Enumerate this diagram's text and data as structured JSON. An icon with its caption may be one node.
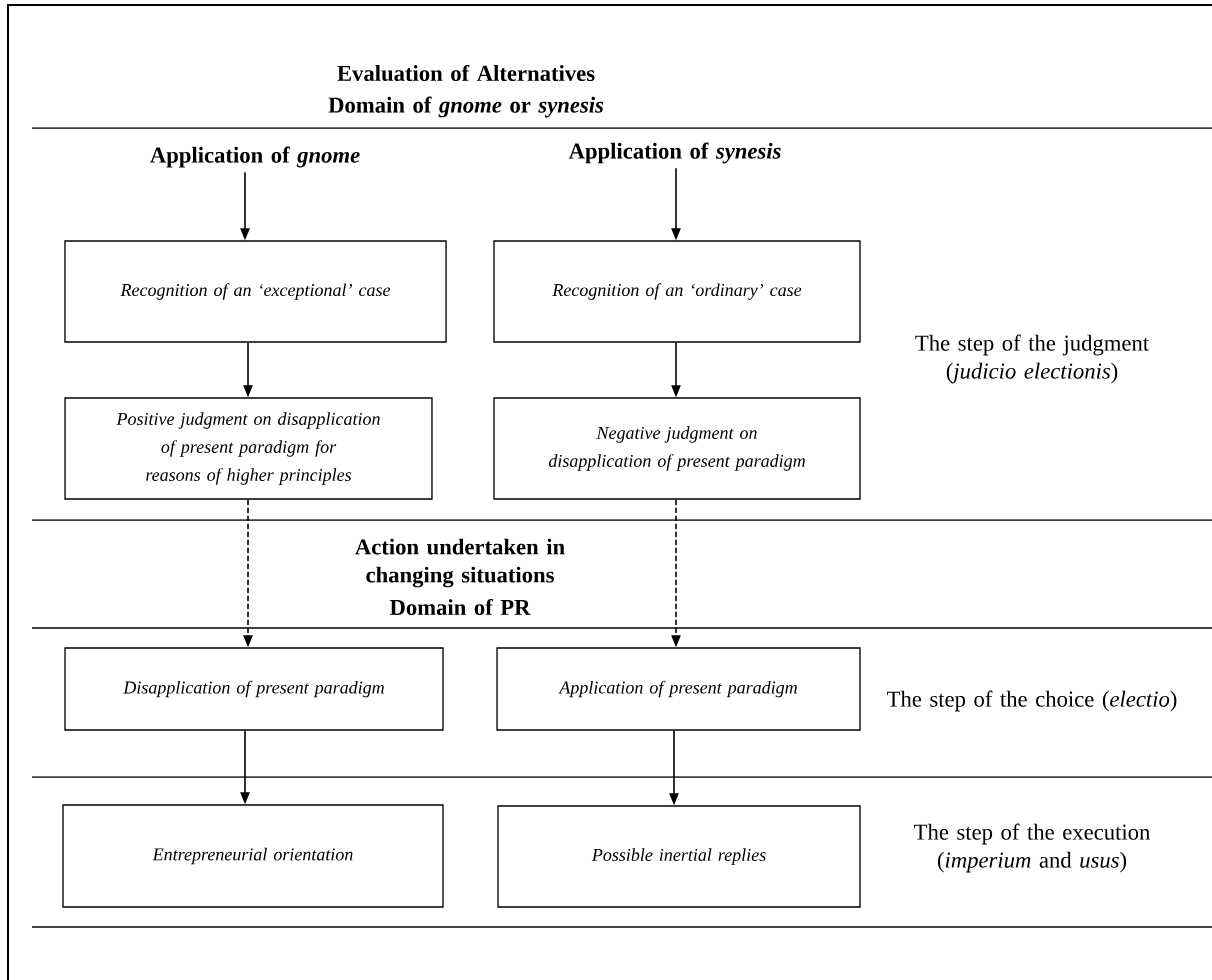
{
  "diagram": {
    "nodes": [
      {
        "text": [
          "Application of *gnome*"
        ]
      },
      {
        "text": [
          "Application of *synesis*"
        ]
      },
      {
        "text": [
          "Recognition of an ‘exceptional’ case"
        ]
      },
      {
        "text": [
          "Recognition of an ‘ordinary’ case"
        ]
      },
      {
        "text": [
          "Positive judgment on disapplication of present paradigm for reasons of higher principles"
        ]
      },
      {
        "text": [
          "Negative judgment on disapplication of present paradigm"
        ]
      },
      {
        "text": [
          "Disapplication of present paradigm"
        ]
      },
      {
        "text": [
          "Application of present paradigm"
        ]
      },
      {
        "text": [
          "Entrepreneurial orientation"
        ]
      },
      {
        "text": [
          "Possible inertial replies"
        ]
      }
    ],
    "edges": [
      {
        "from": 0,
        "to": 2,
        "arrow": "to"
      },
      {
        "from": 1,
        "to": 3,
        "arrow": "to"
      },
      {
        "from": 2,
        "to": 4,
        "arrow": "to"
      },
      {
        "from": 3,
        "to": 5,
        "arrow": "to"
      },
      {
        "from": 4,
        "to": 6,
        "arrow": "to",
        "style": "dashed"
      },
      {
        "from": 5,
        "to": 7,
        "arrow": "to",
        "style": "dashed"
      },
      {
        "from": 6,
        "to": 8,
        "arrow": "to"
      },
      {
        "from": 7,
        "to": 9,
        "arrow": "to"
      }
    ],
    "labels": [
      "Evaluation of Alternatives",
      "Domain of *gnome* or *synesis*",
      "The step of the judgment (*judicio electionis*)",
      "Action undertaken in changing situations",
      "Domain of PR",
      "The step of the choice (*electio*)",
      "The step of the execution (*imperium* and *usus*)"
    ]
  }
}
